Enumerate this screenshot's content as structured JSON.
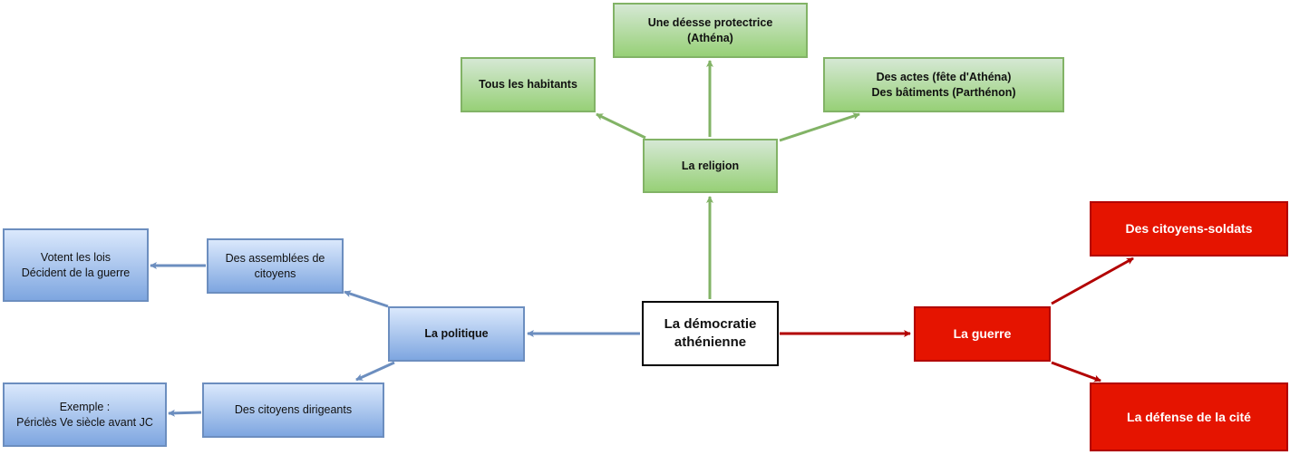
{
  "center": "La démocratie\nathénienne",
  "religion": {
    "title": "La religion",
    "children": [
      "Tous les habitants",
      "Une déesse protectrice\n(Athéna)",
      "Des actes (fête d'Athéna)\nDes bâtiments (Parthénon)"
    ]
  },
  "politique": {
    "title": "La politique",
    "assemblees": "Des assemblées de\ncitoyens",
    "votent": "Votent les lois\nDécident de la guerre",
    "dirigeants": "Des citoyens dirigeants",
    "exemple": "Exemple :\nPériclès Ve siècle avant JC"
  },
  "guerre": {
    "title": "La guerre",
    "children": [
      "Des citoyens-soldats",
      "La défense de la cité"
    ]
  },
  "colors": {
    "green": "#82b366",
    "blue": "#6c8ebf",
    "red": "#b20000"
  }
}
